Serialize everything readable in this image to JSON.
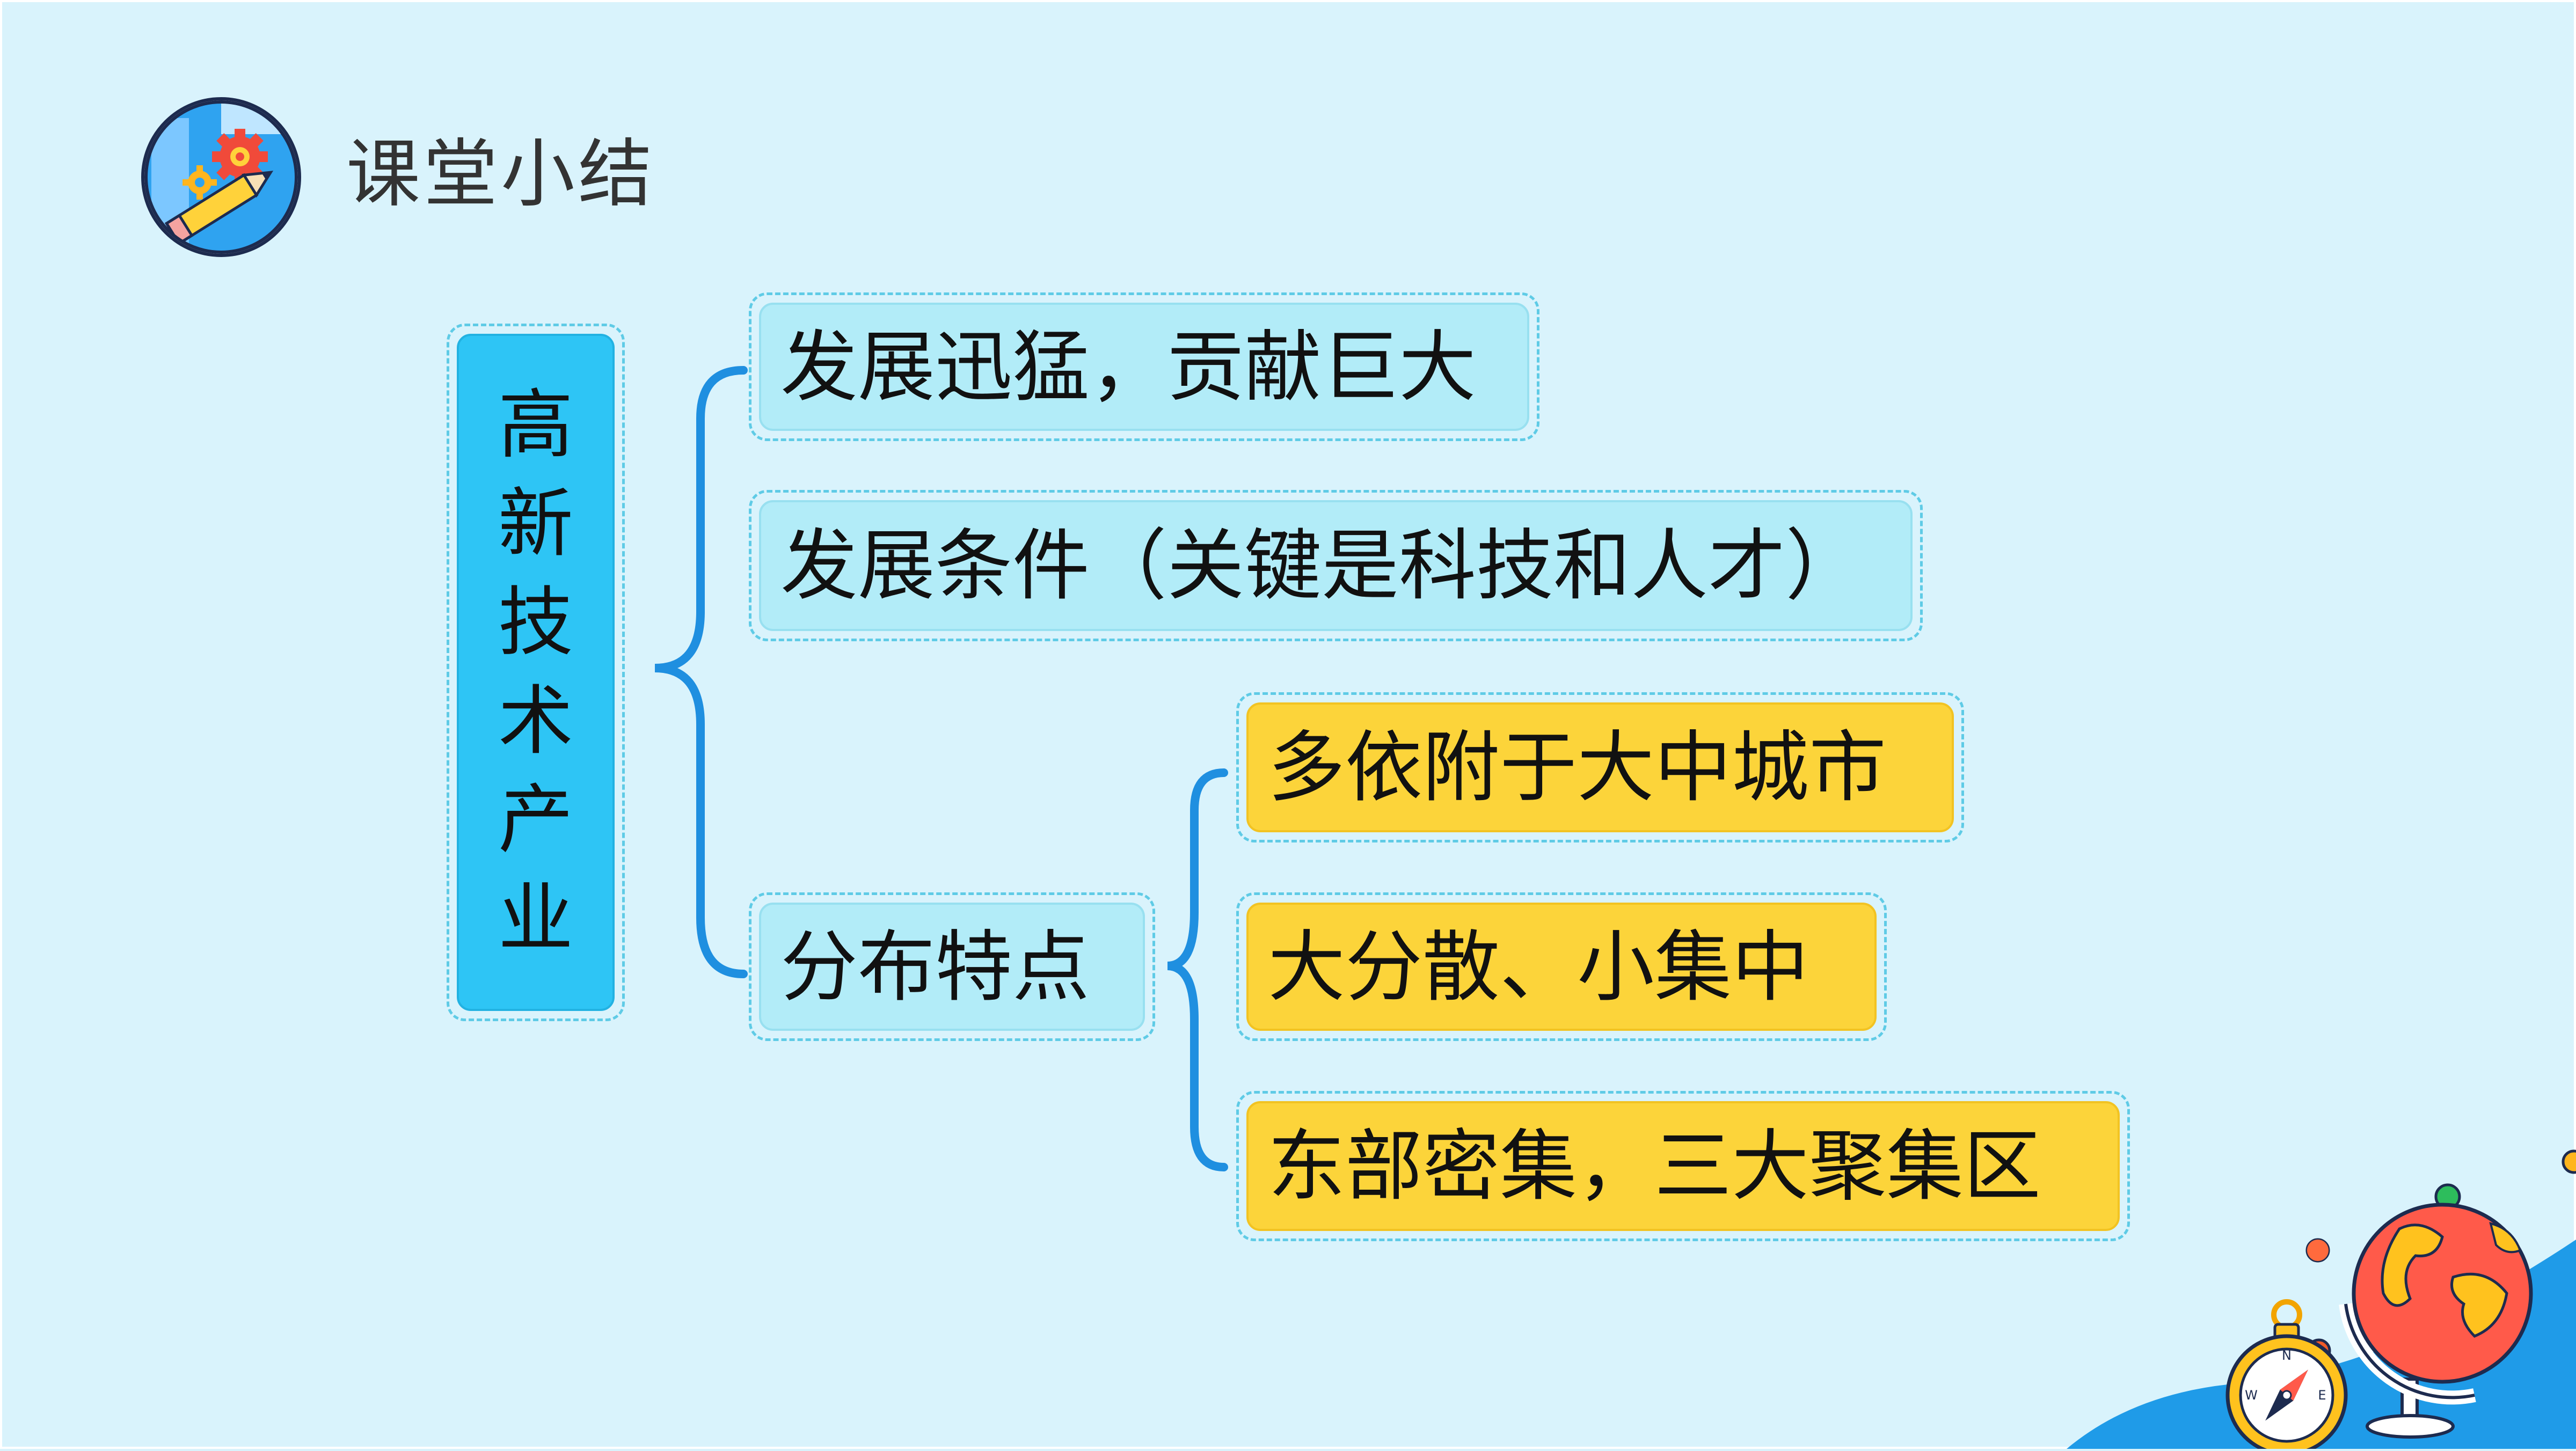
{
  "header": {
    "title": "课堂小结",
    "icon": "gear-pencil-icon"
  },
  "mindmap": {
    "root": {
      "label_chars": [
        "高",
        "新",
        "技",
        "术",
        "产",
        "业"
      ]
    },
    "branches": [
      {
        "label": "发展迅猛，贡献巨大"
      },
      {
        "label": "发展条件（关键是科技和人才）"
      },
      {
        "label": "分布特点",
        "children": [
          {
            "label": "多依附于大中城市"
          },
          {
            "label": "大分散、小集中"
          },
          {
            "label": "东部密集，三大聚集区"
          }
        ]
      }
    ]
  },
  "colors": {
    "background": "#d9f3fc",
    "root_fill": "#2ec5f5",
    "branch_fill": "#b2ecf8",
    "leaf_fill": "#fcd43a",
    "bracket": "#1f8fe0",
    "dashed_border": "#5fcbe6"
  },
  "decorations": {
    "globe": "globe-icon",
    "compass": "compass-icon"
  }
}
